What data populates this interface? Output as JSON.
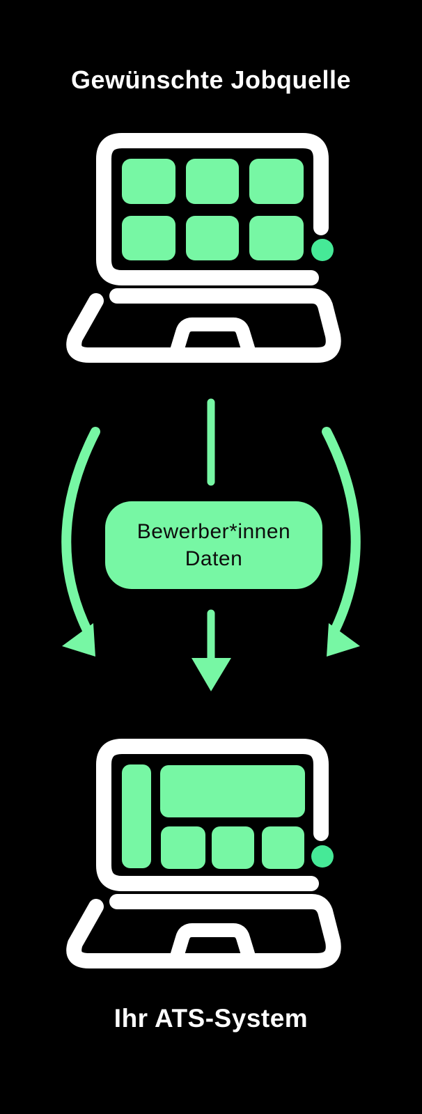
{
  "theme": {
    "bg": "#000000",
    "fg": "#ffffff",
    "green": "#77f7a4",
    "dot_green": "#46e997",
    "box_text": "#0d0d0d"
  },
  "header": {
    "title": "Gewünschte Jobquelle"
  },
  "flow": {
    "data_box": {
      "line1": "Bewerber*innen",
      "line2": "Daten"
    },
    "target_label": "Ihr ATS-System"
  },
  "icons": {
    "source": "laptop-with-tile-grid-icon",
    "target": "laptop-with-dashboard-icon",
    "source_status_dot": "green-dot-icon",
    "target_status_dot": "green-dot-icon",
    "connectors": [
      "straight-down-line-icon",
      "curved-left-arrow-icon",
      "curved-right-arrow-icon",
      "straight-down-arrow-icon"
    ]
  }
}
